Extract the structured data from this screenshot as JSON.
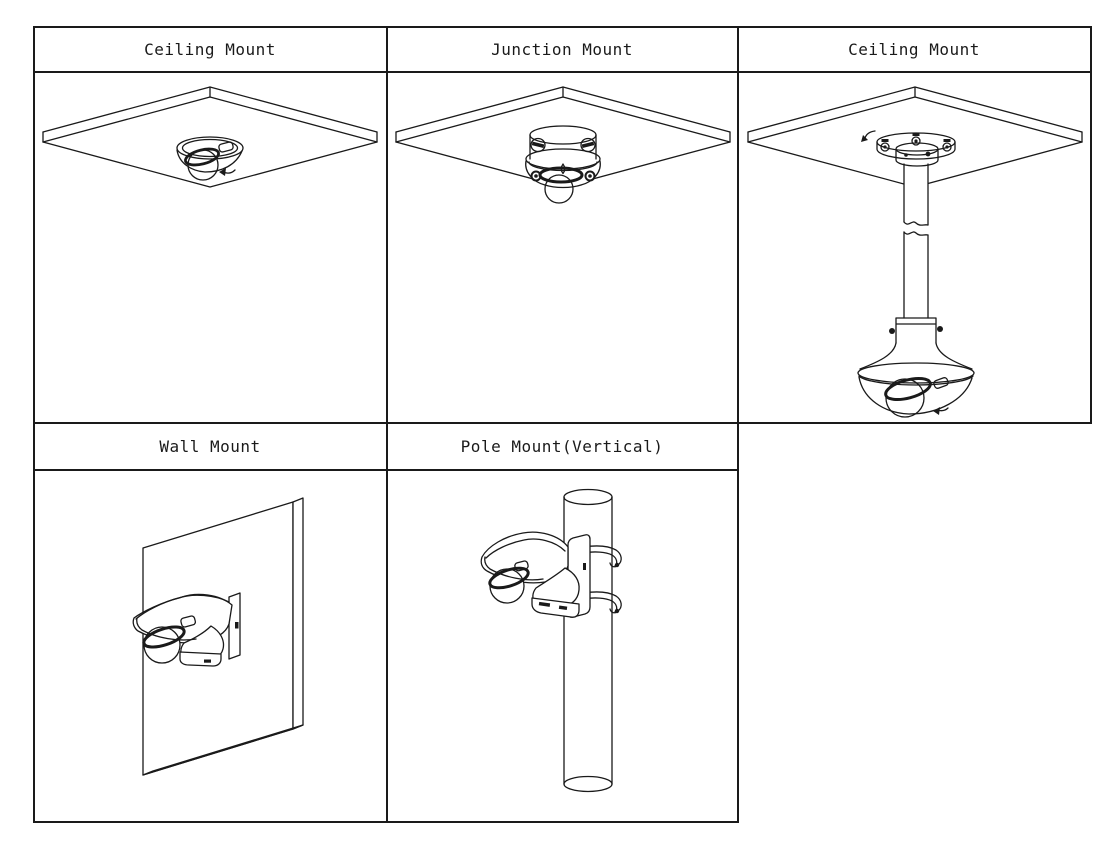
{
  "page": {
    "background": "#ffffff",
    "line_color": "#1a1a1a"
  },
  "table": {
    "cells": [
      {
        "id": "ceiling-mount-1",
        "label": "Ceiling Mount"
      },
      {
        "id": "junction-mount",
        "label": "Junction Mount"
      },
      {
        "id": "ceiling-mount-2",
        "label": "Ceiling Mount"
      },
      {
        "id": "wall-mount",
        "label": "Wall Mount"
      },
      {
        "id": "pole-mount-vertical",
        "label": "Pole Mount(Vertical)"
      }
    ]
  }
}
